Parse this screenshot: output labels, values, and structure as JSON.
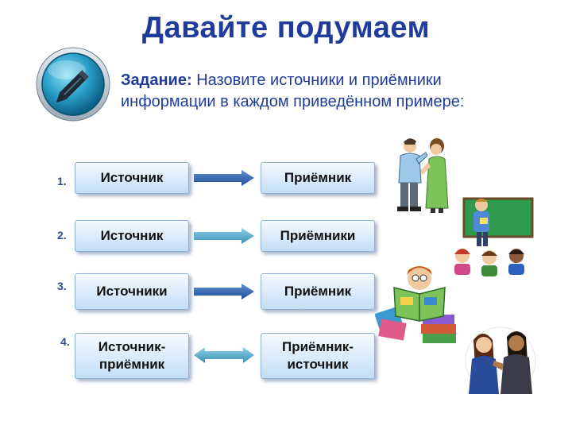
{
  "title": "Давайте подумаем",
  "task": {
    "label": "Задание:",
    "text": " Назовите источники и приёмники информации в каждом приведённом примере:"
  },
  "rows": [
    {
      "number": "1.",
      "left": "Источник",
      "right": "Приёмник",
      "arrow": "right"
    },
    {
      "number": "2.",
      "left": "Источник",
      "right": "Приёмники",
      "arrow": "right"
    },
    {
      "number": "3.",
      "left": "Источники",
      "right": "Приёмник",
      "arrow": "right"
    },
    {
      "number": "4.",
      "left": "Источник-\nприёмник",
      "right": "Приёмник-\nисточник",
      "arrow": "both"
    }
  ],
  "colors": {
    "title": "#1f3c9c",
    "arrow_dark": "#2f5fa8",
    "arrow_light": "#5aa6c8",
    "box_border": "#8fb3d6"
  },
  "icons": [
    "pencil-badge-icon",
    "talking-people-picture",
    "teacher-class-picture",
    "reader-magazines-picture",
    "two-girls-talking-picture"
  ]
}
